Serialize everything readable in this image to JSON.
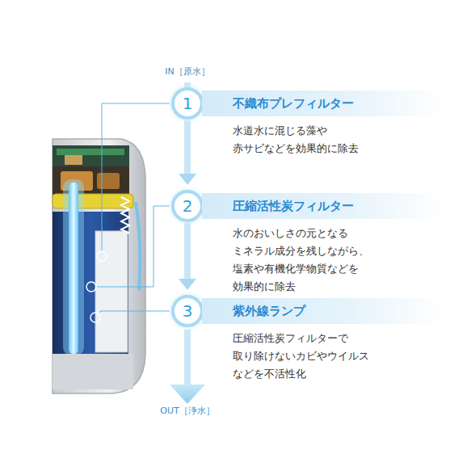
{
  "diagram": {
    "nodes": [
      {
        "text": [
          "1"
        ]
      },
      {
        "text": [
          "不織布プレフィルター",
          "水道水に混じる藻や 赤サビなどを効果的に除去"
        ]
      },
      {
        "text": [
          "2"
        ]
      },
      {
        "text": [
          "圧縮活性炭フィルター",
          "水のおいしさの元となる ミネラル成分を残しながら、 塩素や有機化学物質などを 効果的に除去"
        ]
      },
      {
        "text": [
          "3"
        ]
      },
      {
        "text": [
          "紫外線ランプ",
          "圧縮活性炭フィルターで 取り除けないカビやウイルス などを不活性化"
        ]
      }
    ],
    "edges": [
      {
        "from": 0,
        "to": 2,
        "arrow": "to"
      },
      {
        "from": 2,
        "to": 4,
        "arrow": "to"
      }
    ],
    "labels": [
      "IN［原水］",
      "OUT［浄水］"
    ]
  }
}
